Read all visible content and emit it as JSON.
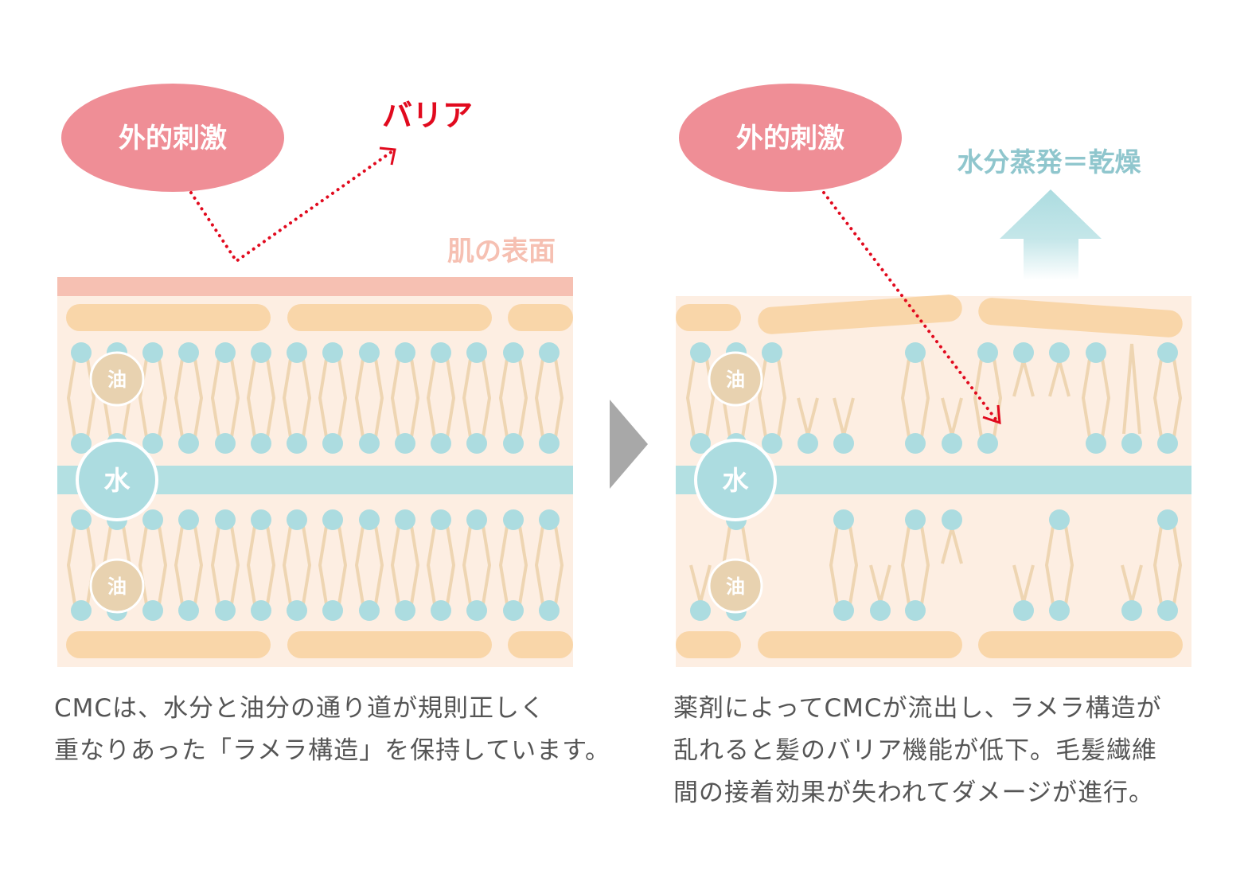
{
  "colors": {
    "stimulus": "#EF8E96",
    "barrier": "#E10A1E",
    "skin_surface": "#F6C0B2",
    "layer_bg": "#FDEEE2",
    "lipid_bar": "#F9D6A9",
    "head": "#ACDCE0",
    "tail": "#EED5B2",
    "water": "#B3E0E2",
    "oil": "#E8D2B0",
    "evaporation": "#8FC6CD",
    "chevron": "#A8A8A8",
    "caption": "#555555"
  },
  "left": {
    "stimulus_label": "外的刺激",
    "barrier_label": "バリア",
    "surface_label": "肌の表面",
    "water_label": "水",
    "oil_label_top": "油",
    "oil_label_bottom": "油",
    "caption_lines": [
      "CMCは、水分と油分の通り道が規則正しく",
      "重なりあった「ラメラ構造」を保持しています。"
    ]
  },
  "right": {
    "stimulus_label": "外的刺激",
    "evaporation_label": "水分蒸発＝乾燥",
    "water_label": "水",
    "oil_label_top": "油",
    "oil_label_bottom": "油",
    "caption_lines": [
      "薬剤によってCMCが流出し、ラメラ構造が",
      "乱れると髪のバリア機能が低下。毛髪繊維",
      "間の接着効果が失われてダメージが進行。"
    ]
  },
  "icons": {
    "transition": "chevron-right-icon",
    "evaporation": "arrow-up-icon"
  }
}
